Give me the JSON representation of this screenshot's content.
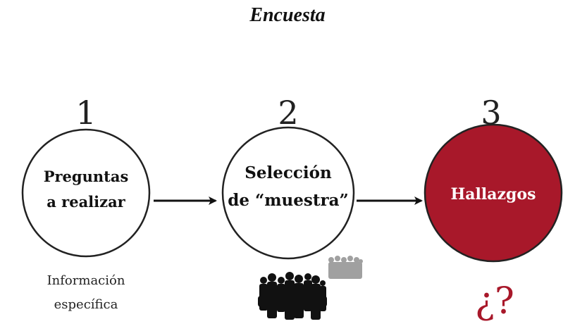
{
  "title": "Encuesta",
  "colors": {
    "accent": "#a8182a",
    "outline": "#222222",
    "crowd": "#111111",
    "crowd_small": "#a0a0a0"
  },
  "steps": [
    {
      "number": "1",
      "lines": [
        "Preguntas",
        "a realizar"
      ],
      "note": [
        "Información",
        "específica"
      ]
    },
    {
      "number": "2",
      "lines": [
        "Selección",
        "de “muestra”"
      ],
      "note_icon": "crowd-icon"
    },
    {
      "number": "3",
      "lines": [
        "Hallazgos"
      ],
      "note_symbol": "¿?"
    }
  ]
}
